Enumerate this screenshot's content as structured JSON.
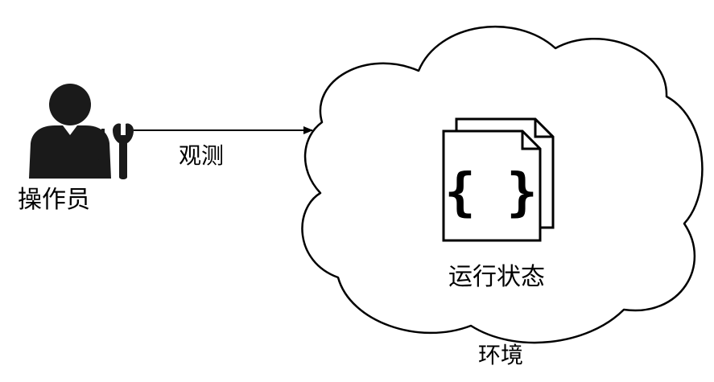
{
  "labels": {
    "operator": "操作员",
    "observe": "观测",
    "runtime_state": "运行状态",
    "environment": "环境"
  },
  "icons": {
    "operator": "person-icon",
    "tools": "screwdriver-wrench-icon",
    "document": "code-document-icon",
    "code_symbol": "{ }"
  },
  "colors": {
    "stroke": "#000000",
    "fill": "#ffffff",
    "person": "#1a1a1a"
  }
}
